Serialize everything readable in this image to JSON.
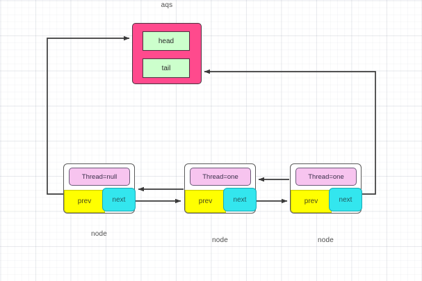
{
  "diagram": {
    "title": "aqs",
    "background": "#ffffff",
    "grid": true,
    "colors": {
      "aqs_container": "#ff4a8d",
      "aqs_field": "#ccffcc",
      "thread_field": "#f7c4ef",
      "prev_field": "#ffff00",
      "next_field": "#33e6ee",
      "edge": "#3a3a3a",
      "node_border": "#5a5a5a"
    }
  },
  "aqs": {
    "label": "aqs",
    "fields": [
      {
        "name": "head",
        "label": "head"
      },
      {
        "name": "tail",
        "label": "tail"
      }
    ]
  },
  "nodes": [
    {
      "id": "node1",
      "label": "node",
      "thread": "Thread=null",
      "prev": "prev",
      "next": "next"
    },
    {
      "id": "node2",
      "label": "node",
      "thread": "Thread=one",
      "prev": "prev",
      "next": "next"
    },
    {
      "id": "node3",
      "label": "node",
      "thread": "Thread=one",
      "prev": "prev",
      "next": "next"
    }
  ],
  "edges": [
    {
      "name": "node1-to-head",
      "from": "node1",
      "to": "aqs.head",
      "direction": "right"
    },
    {
      "name": "node3-to-tail",
      "from": "node3",
      "to": "aqs.tail",
      "direction": "left"
    },
    {
      "name": "node2-prev-to-node1",
      "from": "node2",
      "to": "node1",
      "direction": "left"
    },
    {
      "name": "node1-next-to-node2",
      "from": "node1",
      "to": "node2",
      "direction": "right"
    },
    {
      "name": "node3-prev-to-node2",
      "from": "node3",
      "to": "node2",
      "direction": "left"
    },
    {
      "name": "node2-next-to-node3",
      "from": "node2",
      "to": "node3",
      "direction": "right"
    }
  ]
}
